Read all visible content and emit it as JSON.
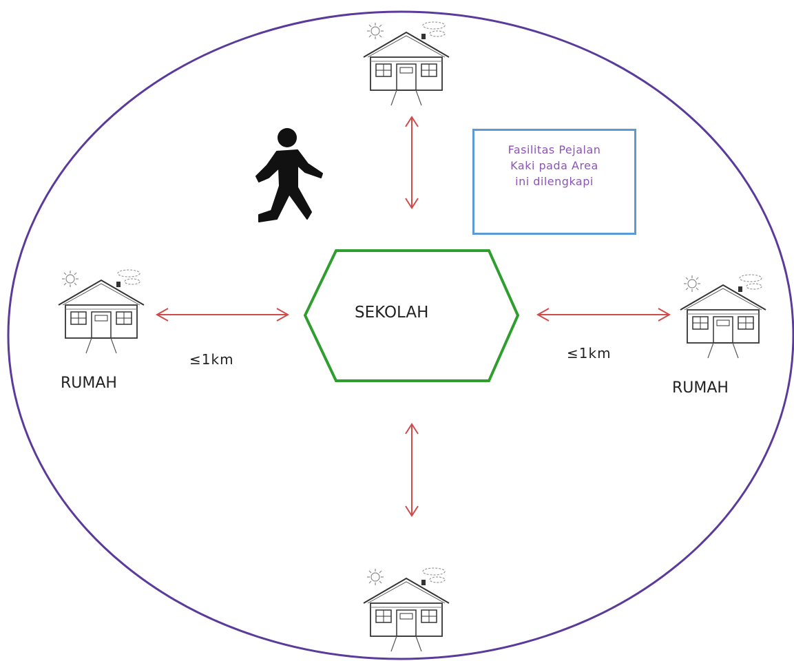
{
  "diagram": {
    "center": {
      "label": "SEKOLAH"
    },
    "houses": {
      "left_label": "RUMAH",
      "right_label": "RUMAH"
    },
    "distances": {
      "left": "≤1km",
      "right": "≤1km"
    },
    "info_box": {
      "lines": [
        "Fasilitas Pejalan",
        "Kaki pada Area",
        "ini dilengkapi"
      ]
    },
    "colors": {
      "boundary": "#5a3a9a",
      "school_outline": "#2e9e2e",
      "arrows": "#d04a4a",
      "info_border": "#5b9bd5",
      "info_text": "#8d53b8",
      "pedestrian": "#111111"
    },
    "icons": [
      "house-icon",
      "sun-icon",
      "cloud-icon",
      "pedestrian-icon"
    ]
  }
}
